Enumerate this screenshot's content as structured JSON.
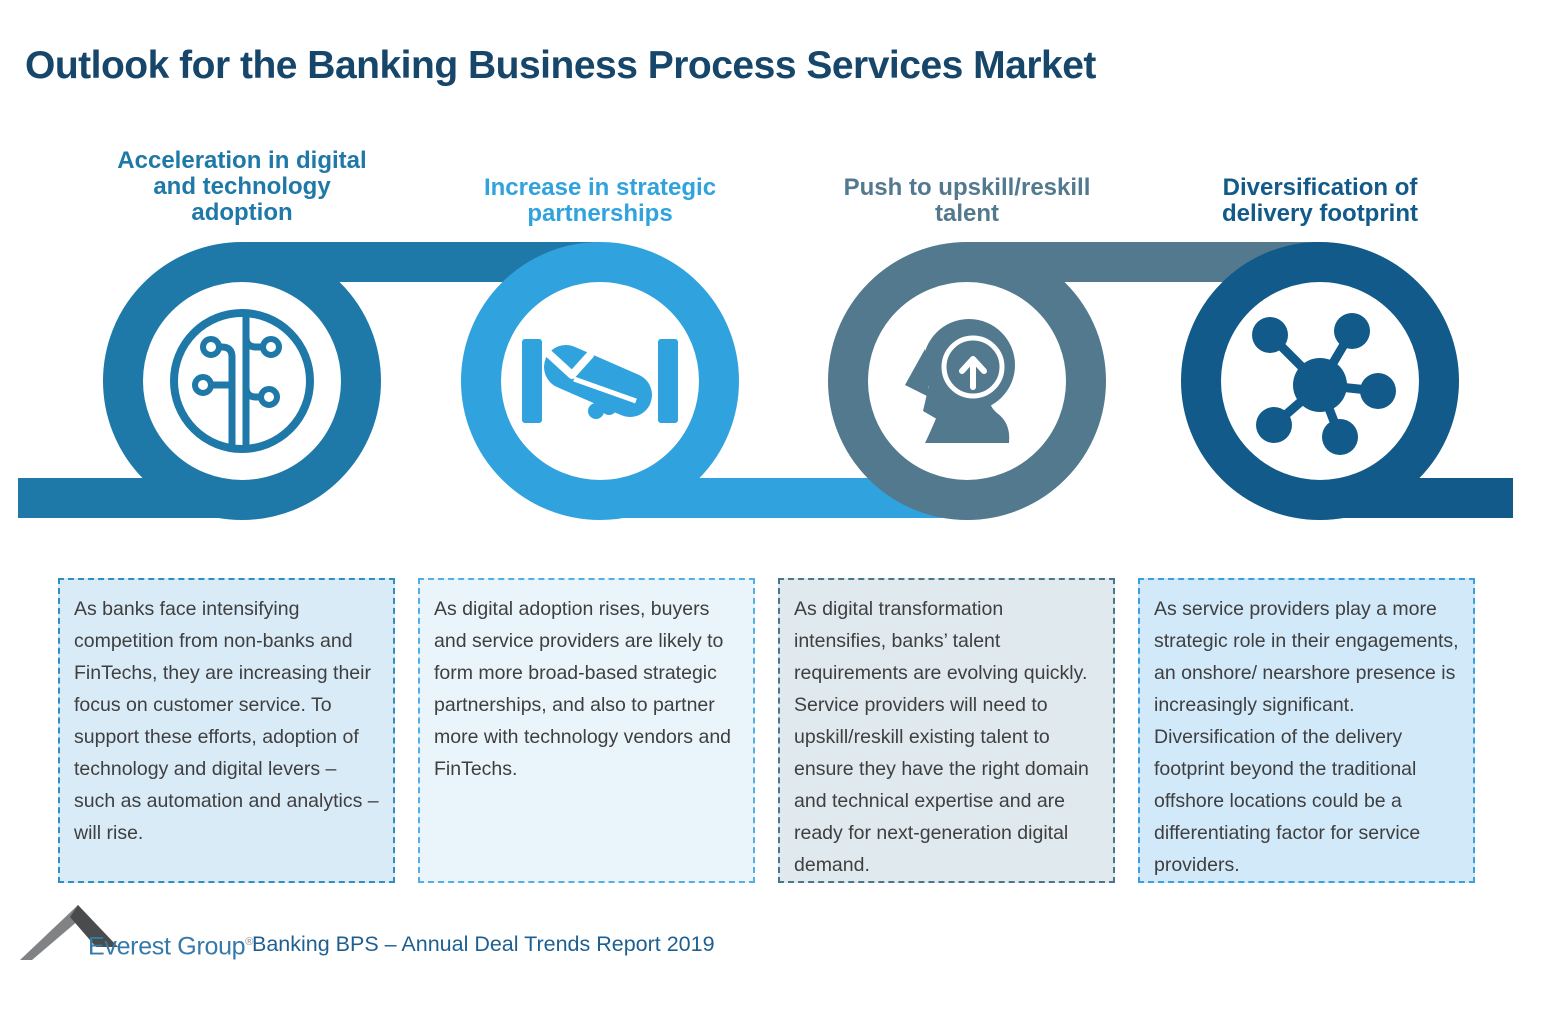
{
  "title": "Outlook for the Banking Business Process Services Market",
  "theme": {
    "step1": "#1F79A8",
    "step2": "#30A2DE",
    "step3": "#53798E",
    "step4": "#115A89",
    "title_color": "#17466B",
    "text_color": "#3F3F3F",
    "box1_bg": "#D9EBF7",
    "box1_border": "#2E8FC0",
    "box2_bg": "#EAF4FB",
    "box2_border": "#55AFE3",
    "box3_bg": "#DFE9EE",
    "box3_border": "#4A768D",
    "box4_bg": "#D2E9FA",
    "box4_border": "#3BA0DC",
    "brand_color": "#3579A9",
    "footer_color": "#1E5F92",
    "logo_gray_dark": "#4A4B4D",
    "logo_gray_light": "#808285"
  },
  "steps": [
    {
      "heading": "Acceleration in digital\nand technology\nadoption",
      "icon": "circuit-board-icon",
      "description": "As banks face intensifying competition from non-banks and FinTechs, they are increasing their focus on customer service. To support these efforts, adoption of technology and digital levers – such as automation and analytics – will rise."
    },
    {
      "heading": "Increase in strategic\npartnerships",
      "icon": "handshake-icon",
      "description": "As digital adoption rises, buyers and service providers are likely to form more broad-based strategic partnerships, and also to partner more with technology vendors and FinTechs."
    },
    {
      "heading": "Push to upskill/reskill\ntalent",
      "icon": "head-up-arrow-icon",
      "description": "As digital transformation intensifies, banks’ talent requirements are evolving quickly. Service providers will need to upskill/reskill existing talent to ensure they have the right domain and technical expertise and are ready for next-generation digital demand."
    },
    {
      "heading": "Diversification of\ndelivery footprint",
      "icon": "network-nodes-icon",
      "description": "As service providers play a more strategic role in their engagements, an onshore/ nearshore presence is increasingly significant. Diversification of the delivery footprint beyond the traditional offshore locations could be a differentiating factor for service providers."
    }
  ],
  "footer": {
    "brand": "Everest Group",
    "reg_mark": "®",
    "report": "Banking BPS – Annual Deal Trends Report 2019"
  }
}
